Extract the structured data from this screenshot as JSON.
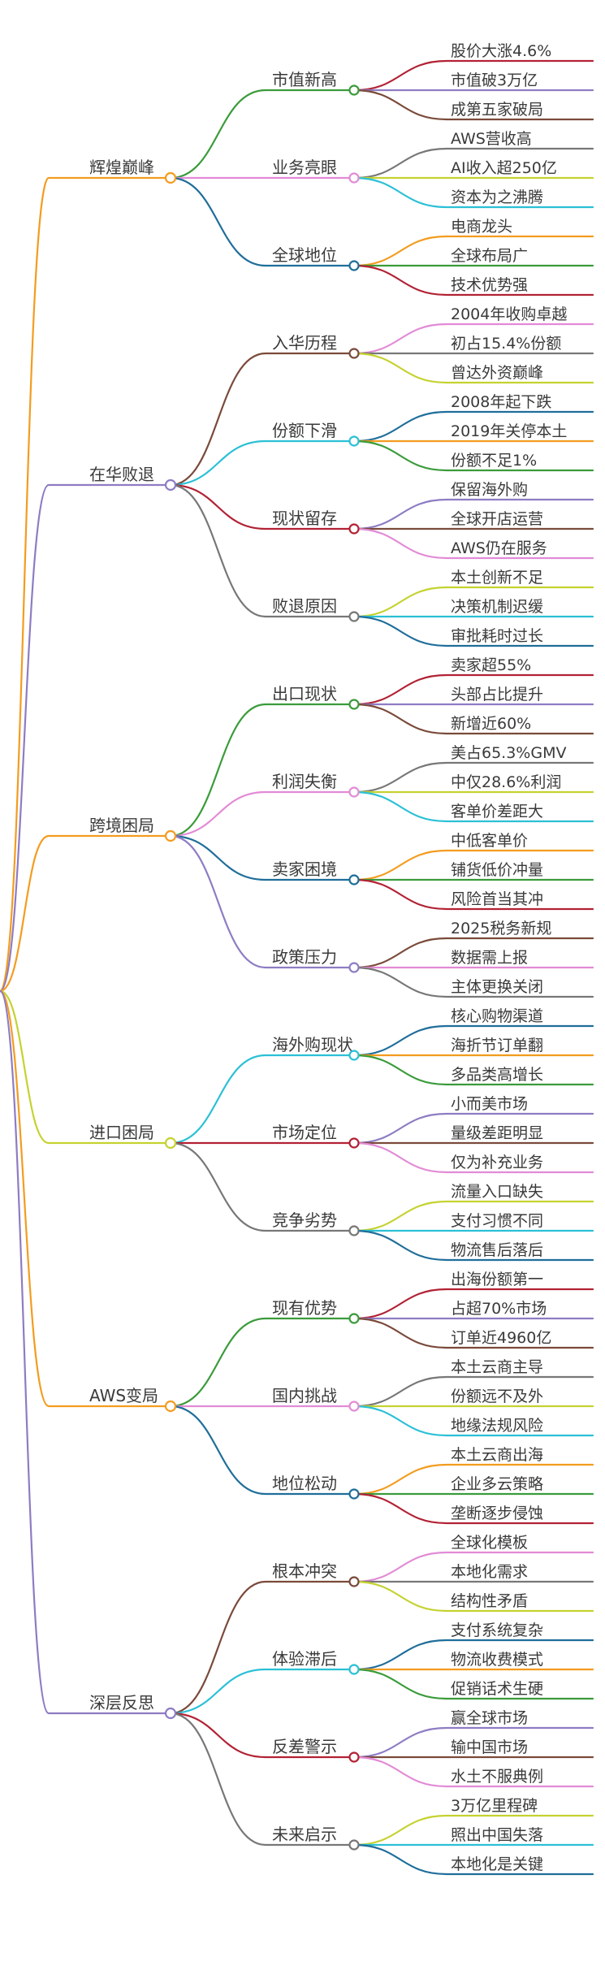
{
  "colors": {
    "orange": "#f39c1f",
    "purple": "#8e7cc3",
    "yellow": "#c5d230",
    "green": "#3a9b3a",
    "pink": "#e28bd6",
    "blue": "#1f6e9a",
    "brown": "#7a4a3a",
    "cyan": "#2bc0d6",
    "red": "#b22234",
    "gray": "#777777"
  },
  "branches": [
    {
      "label": "辉煌巅峰",
      "color": "orange",
      "children": [
        {
          "label": "市值新高",
          "color": "green",
          "leaves": [
            {
              "label": "股价大涨4.6%",
              "color": "red"
            },
            {
              "label": "市值破3万亿",
              "color": "purple"
            },
            {
              "label": "成第五家破局",
              "color": "brown"
            }
          ]
        },
        {
          "label": "业务亮眼",
          "color": "pink",
          "leaves": [
            {
              "label": "AWS营收高",
              "color": "gray"
            },
            {
              "label": "AI收入超250亿",
              "color": "yellow"
            },
            {
              "label": "资本为之沸腾",
              "color": "cyan"
            }
          ]
        },
        {
          "label": "全球地位",
          "color": "blue",
          "leaves": [
            {
              "label": "电商龙头",
              "color": "orange"
            },
            {
              "label": "全球布局广",
              "color": "green"
            },
            {
              "label": "技术优势强",
              "color": "red"
            }
          ]
        }
      ]
    },
    {
      "label": "在华败退",
      "color": "purple",
      "children": [
        {
          "label": "入华历程",
          "color": "brown",
          "leaves": [
            {
              "label": "2004年收购卓越",
              "color": "pink"
            },
            {
              "label": "初占15.4%份额",
              "color": "gray"
            },
            {
              "label": "曾达外资巅峰",
              "color": "yellow"
            }
          ]
        },
        {
          "label": "份额下滑",
          "color": "cyan",
          "leaves": [
            {
              "label": "2008年起下跌",
              "color": "blue"
            },
            {
              "label": "2019年关停本土",
              "color": "orange"
            },
            {
              "label": "份额不足1%",
              "color": "green"
            }
          ]
        },
        {
          "label": "现状留存",
          "color": "red",
          "leaves": [
            {
              "label": "保留海外购",
              "color": "purple"
            },
            {
              "label": "全球开店运营",
              "color": "brown"
            },
            {
              "label": "AWS仍在服务",
              "color": "pink"
            }
          ]
        },
        {
          "label": "败退原因",
          "color": "gray",
          "leaves": [
            {
              "label": "本土创新不足",
              "color": "yellow"
            },
            {
              "label": "决策机制迟缓",
              "color": "cyan"
            },
            {
              "label": "审批耗时过长",
              "color": "blue"
            }
          ]
        }
      ]
    },
    {
      "label": "跨境困局",
      "color": "orange",
      "children": [
        {
          "label": "出口现状",
          "color": "green",
          "leaves": [
            {
              "label": "卖家超55%",
              "color": "red"
            },
            {
              "label": "头部占比提升",
              "color": "purple"
            },
            {
              "label": "新增近60%",
              "color": "brown"
            }
          ]
        },
        {
          "label": "利润失衡",
          "color": "pink",
          "leaves": [
            {
              "label": "美占65.3%GMV",
              "color": "gray"
            },
            {
              "label": "中仅28.6%利润",
              "color": "yellow"
            },
            {
              "label": "客单价差距大",
              "color": "cyan"
            }
          ]
        },
        {
          "label": "卖家困境",
          "color": "blue",
          "leaves": [
            {
              "label": "中低客单价",
              "color": "orange"
            },
            {
              "label": "铺货低价冲量",
              "color": "green"
            },
            {
              "label": "风险首当其冲",
              "color": "red"
            }
          ]
        },
        {
          "label": "政策压力",
          "color": "purple",
          "leaves": [
            {
              "label": "2025税务新规",
              "color": "brown"
            },
            {
              "label": "数据需上报",
              "color": "pink"
            },
            {
              "label": "主体更换关闭",
              "color": "gray"
            }
          ]
        }
      ]
    },
    {
      "label": "进口困局",
      "color": "yellow",
      "children": [
        {
          "label": "海外购现状",
          "color": "cyan",
          "leaves": [
            {
              "label": "核心购物渠道",
              "color": "blue"
            },
            {
              "label": "海折节订单翻",
              "color": "orange"
            },
            {
              "label": "多品类高增长",
              "color": "green"
            }
          ]
        },
        {
          "label": "市场定位",
          "color": "red",
          "leaves": [
            {
              "label": "小而美市场",
              "color": "purple"
            },
            {
              "label": "量级差距明显",
              "color": "brown"
            },
            {
              "label": "仅为补充业务",
              "color": "pink"
            }
          ]
        },
        {
          "label": "竞争劣势",
          "color": "gray",
          "leaves": [
            {
              "label": "流量入口缺失",
              "color": "yellow"
            },
            {
              "label": "支付习惯不同",
              "color": "cyan"
            },
            {
              "label": "物流售后落后",
              "color": "blue"
            }
          ]
        }
      ]
    },
    {
      "label": "AWS变局",
      "color": "orange",
      "children": [
        {
          "label": "现有优势",
          "color": "green",
          "leaves": [
            {
              "label": "出海份额第一",
              "color": "red"
            },
            {
              "label": "占超70%市场",
              "color": "purple"
            },
            {
              "label": "订单近4960亿",
              "color": "brown"
            }
          ]
        },
        {
          "label": "国内挑战",
          "color": "pink",
          "leaves": [
            {
              "label": "本土云商主导",
              "color": "gray"
            },
            {
              "label": "份额远不及外",
              "color": "yellow"
            },
            {
              "label": "地缘法规风险",
              "color": "cyan"
            }
          ]
        },
        {
          "label": "地位松动",
          "color": "blue",
          "leaves": [
            {
              "label": "本土云商出海",
              "color": "orange"
            },
            {
              "label": "企业多云策略",
              "color": "green"
            },
            {
              "label": "垄断逐步侵蚀",
              "color": "red"
            }
          ]
        }
      ]
    },
    {
      "label": "深层反思",
      "color": "purple",
      "children": [
        {
          "label": "根本冲突",
          "color": "brown",
          "leaves": [
            {
              "label": "全球化模板",
              "color": "pink"
            },
            {
              "label": "本地化需求",
              "color": "gray"
            },
            {
              "label": "结构性矛盾",
              "color": "yellow"
            }
          ]
        },
        {
          "label": "体验滞后",
          "color": "cyan",
          "leaves": [
            {
              "label": "支付系统复杂",
              "color": "blue"
            },
            {
              "label": "物流收费模式",
              "color": "orange"
            },
            {
              "label": "促销话术生硬",
              "color": "green"
            }
          ]
        },
        {
          "label": "反差警示",
          "color": "red",
          "leaves": [
            {
              "label": "赢全球市场",
              "color": "purple"
            },
            {
              "label": "输中国市场",
              "color": "brown"
            },
            {
              "label": "水土不服典例",
              "color": "pink"
            }
          ]
        },
        {
          "label": "未来启示",
          "color": "gray",
          "leaves": [
            {
              "label": "3万亿里程碑",
              "color": "yellow"
            },
            {
              "label": "照出中国失落",
              "color": "cyan"
            },
            {
              "label": "本地化是关键",
              "color": "blue"
            }
          ]
        }
      ]
    }
  ]
}
